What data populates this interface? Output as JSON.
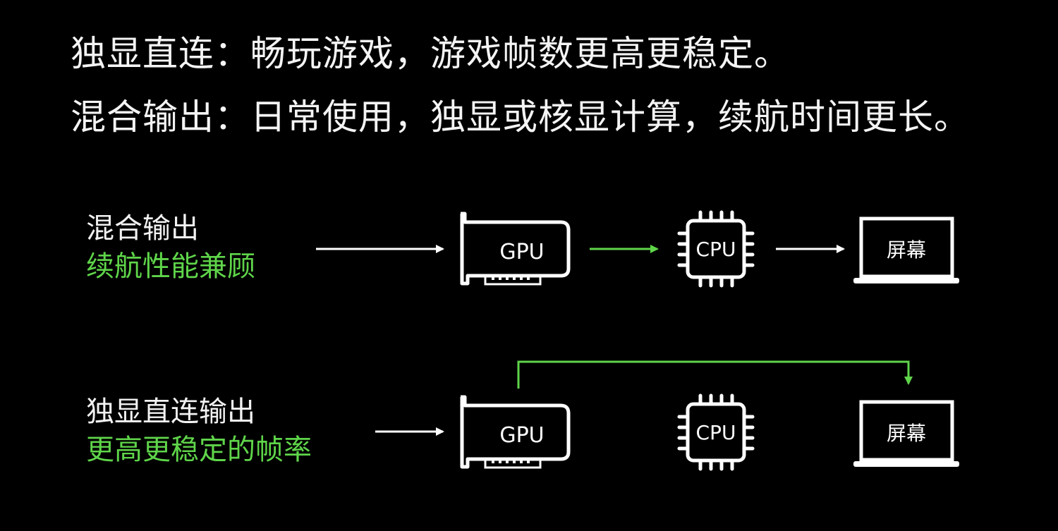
{
  "headlines": {
    "line1": "独显直连：畅玩游戏，游戏帧数更高更稳定。",
    "line2": "混合输出：日常使用，独显或核显计算，续航时间更长。"
  },
  "rows": [
    {
      "title": "混合输出",
      "subtitle": "续航性能兼顾"
    },
    {
      "title": "独显直连输出",
      "subtitle": "更高更稳定的帧率"
    }
  ],
  "components": {
    "gpu_label": "GPU",
    "cpu_label": "CPU",
    "screen_label": "屏幕"
  },
  "colors": {
    "background": "#000000",
    "foreground": "#ffffff",
    "accent_green": "#5fd54a"
  }
}
